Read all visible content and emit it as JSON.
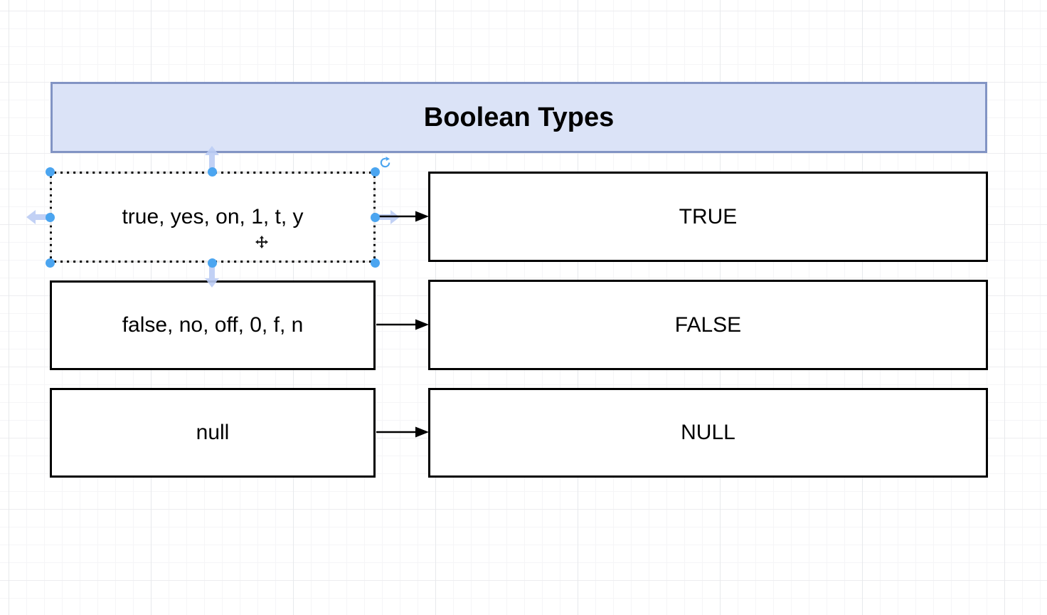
{
  "diagram": {
    "title": "Boolean Types",
    "rows": [
      {
        "source": "true, yes, on, 1, t, y",
        "target": "TRUE",
        "selected": true
      },
      {
        "source": "false, no, off, 0, f, n",
        "target": "FALSE",
        "selected": false
      },
      {
        "source": "null",
        "target": "NULL",
        "selected": false
      }
    ],
    "connectors": [
      {
        "from": "true, yes, on, 1, t, y",
        "to": "TRUE"
      },
      {
        "from": "false, no, off, 0, f, n",
        "to": "FALSE"
      },
      {
        "from": "null",
        "to": "NULL"
      }
    ]
  },
  "selection": {
    "selected_shape": "true, yes, on, 1, t, y",
    "handles": [
      "nw",
      "n",
      "ne",
      "w",
      "e",
      "sw",
      "s",
      "se"
    ],
    "icons": {
      "rotate": "rotate-icon",
      "move_cursor": "move-cursor-icon",
      "direction_up": "arrow-up-icon",
      "direction_down": "arrow-down-icon",
      "direction_left": "arrow-left-icon",
      "direction_right": "arrow-right-icon"
    }
  },
  "colors": {
    "title_fill": "#dbe3f7",
    "title_border": "#8294c4",
    "shape_border": "#000000",
    "shape_fill": "#ffffff",
    "handle": "#4ba5f0",
    "direction_arrow": "#bccdf5",
    "connector": "#000000",
    "text": "#000000"
  }
}
